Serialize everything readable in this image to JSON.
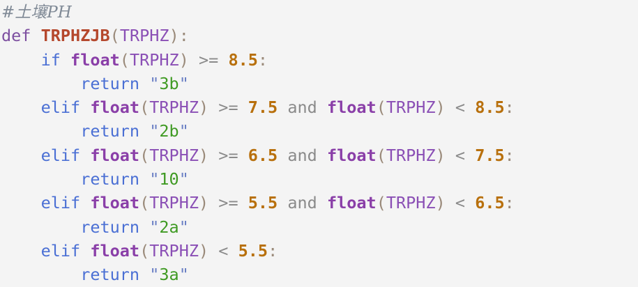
{
  "editor": {
    "background_color": "#f4f4f4",
    "language": "python",
    "title": "python-code-snippet"
  },
  "colors": {
    "comment": "#808a96",
    "keyword_def": "#7d4fa0",
    "keyword": "#4a6fd4",
    "function_name": "#b5482d",
    "builtin": "#8a3fa8",
    "variable": "#8a4fb5",
    "punctuation": "#9a8a7a",
    "operator": "#8a8a8a",
    "number": "#b8700d",
    "string_quote": "#6a7fc4",
    "string_body": "#3f9a23"
  },
  "code": {
    "lines": [
      {
        "id": "line-1-comment",
        "indent": 0,
        "tokens": [
          {
            "t": "comment",
            "v": "#土壤PH"
          }
        ]
      },
      {
        "id": "line-2-def",
        "indent": 0,
        "tokens": [
          {
            "t": "kw-def",
            "v": "def"
          },
          {
            "t": "plain",
            "v": " "
          },
          {
            "t": "fname",
            "v": "TRPHZJB"
          },
          {
            "t": "punct",
            "v": "("
          },
          {
            "t": "var",
            "v": "TRPHZ"
          },
          {
            "t": "punct",
            "v": ")"
          },
          {
            "t": "colon",
            "v": ":"
          }
        ]
      },
      {
        "id": "line-3-if",
        "indent": 1,
        "tokens": [
          {
            "t": "kw",
            "v": "if"
          },
          {
            "t": "plain",
            "v": " "
          },
          {
            "t": "builtin",
            "v": "float"
          },
          {
            "t": "punct",
            "v": "("
          },
          {
            "t": "var",
            "v": "TRPHZ"
          },
          {
            "t": "punct",
            "v": ")"
          },
          {
            "t": "op",
            "v": " >= "
          },
          {
            "t": "num",
            "v": "8.5"
          },
          {
            "t": "colon",
            "v": ":"
          }
        ]
      },
      {
        "id": "line-4-return-3b",
        "indent": 2,
        "tokens": [
          {
            "t": "kw",
            "v": "return"
          },
          {
            "t": "plain",
            "v": " "
          },
          {
            "t": "str-q",
            "v": "\""
          },
          {
            "t": "str",
            "v": "3b"
          },
          {
            "t": "str-q",
            "v": "\""
          }
        ]
      },
      {
        "id": "line-5-elif-75",
        "indent": 1,
        "tokens": [
          {
            "t": "kw",
            "v": "elif"
          },
          {
            "t": "plain",
            "v": " "
          },
          {
            "t": "builtin",
            "v": "float"
          },
          {
            "t": "punct",
            "v": "("
          },
          {
            "t": "var",
            "v": "TRPHZ"
          },
          {
            "t": "punct",
            "v": ")"
          },
          {
            "t": "op",
            "v": " >= "
          },
          {
            "t": "num",
            "v": "7.5"
          },
          {
            "t": "op",
            "v": " and "
          },
          {
            "t": "builtin",
            "v": "float"
          },
          {
            "t": "punct",
            "v": "("
          },
          {
            "t": "var",
            "v": "TRPHZ"
          },
          {
            "t": "punct",
            "v": ")"
          },
          {
            "t": "op",
            "v": " < "
          },
          {
            "t": "num",
            "v": "8.5"
          },
          {
            "t": "colon",
            "v": ":"
          }
        ]
      },
      {
        "id": "line-6-return-2b",
        "indent": 2,
        "tokens": [
          {
            "t": "kw",
            "v": "return"
          },
          {
            "t": "plain",
            "v": " "
          },
          {
            "t": "str-q",
            "v": "\""
          },
          {
            "t": "str",
            "v": "2b"
          },
          {
            "t": "str-q",
            "v": "\""
          }
        ]
      },
      {
        "id": "line-7-elif-65",
        "indent": 1,
        "tokens": [
          {
            "t": "kw",
            "v": "elif"
          },
          {
            "t": "plain",
            "v": " "
          },
          {
            "t": "builtin",
            "v": "float"
          },
          {
            "t": "punct",
            "v": "("
          },
          {
            "t": "var",
            "v": "TRPHZ"
          },
          {
            "t": "punct",
            "v": ")"
          },
          {
            "t": "op",
            "v": " >= "
          },
          {
            "t": "num",
            "v": "6.5"
          },
          {
            "t": "op",
            "v": " and "
          },
          {
            "t": "builtin",
            "v": "float"
          },
          {
            "t": "punct",
            "v": "("
          },
          {
            "t": "var",
            "v": "TRPHZ"
          },
          {
            "t": "punct",
            "v": ")"
          },
          {
            "t": "op",
            "v": " < "
          },
          {
            "t": "num",
            "v": "7.5"
          },
          {
            "t": "colon",
            "v": ":"
          }
        ]
      },
      {
        "id": "line-8-return-10",
        "indent": 2,
        "tokens": [
          {
            "t": "kw",
            "v": "return"
          },
          {
            "t": "plain",
            "v": " "
          },
          {
            "t": "str-q",
            "v": "\""
          },
          {
            "t": "str",
            "v": "10"
          },
          {
            "t": "str-q",
            "v": "\""
          }
        ]
      },
      {
        "id": "line-9-elif-55",
        "indent": 1,
        "tokens": [
          {
            "t": "kw",
            "v": "elif"
          },
          {
            "t": "plain",
            "v": " "
          },
          {
            "t": "builtin",
            "v": "float"
          },
          {
            "t": "punct",
            "v": "("
          },
          {
            "t": "var",
            "v": "TRPHZ"
          },
          {
            "t": "punct",
            "v": ")"
          },
          {
            "t": "op",
            "v": " >= "
          },
          {
            "t": "num",
            "v": "5.5"
          },
          {
            "t": "op",
            "v": " and "
          },
          {
            "t": "builtin",
            "v": "float"
          },
          {
            "t": "punct",
            "v": "("
          },
          {
            "t": "var",
            "v": "TRPHZ"
          },
          {
            "t": "punct",
            "v": ")"
          },
          {
            "t": "op",
            "v": " < "
          },
          {
            "t": "num",
            "v": "6.5"
          },
          {
            "t": "colon",
            "v": ":"
          }
        ]
      },
      {
        "id": "line-10-return-2a",
        "indent": 2,
        "tokens": [
          {
            "t": "kw",
            "v": "return"
          },
          {
            "t": "plain",
            "v": " "
          },
          {
            "t": "str-q",
            "v": "\""
          },
          {
            "t": "str",
            "v": "2a"
          },
          {
            "t": "str-q",
            "v": "\""
          }
        ]
      },
      {
        "id": "line-11-elif-lt55",
        "indent": 1,
        "tokens": [
          {
            "t": "kw",
            "v": "elif"
          },
          {
            "t": "plain",
            "v": " "
          },
          {
            "t": "builtin",
            "v": "float"
          },
          {
            "t": "punct",
            "v": "("
          },
          {
            "t": "var",
            "v": "TRPHZ"
          },
          {
            "t": "punct",
            "v": ")"
          },
          {
            "t": "op",
            "v": " < "
          },
          {
            "t": "num",
            "v": "5.5"
          },
          {
            "t": "colon",
            "v": ":"
          }
        ]
      },
      {
        "id": "line-12-return-3a",
        "indent": 2,
        "tokens": [
          {
            "t": "kw",
            "v": "return"
          },
          {
            "t": "plain",
            "v": " "
          },
          {
            "t": "str-q",
            "v": "\""
          },
          {
            "t": "str",
            "v": "3a"
          },
          {
            "t": "str-q",
            "v": "\""
          }
        ]
      }
    ]
  }
}
